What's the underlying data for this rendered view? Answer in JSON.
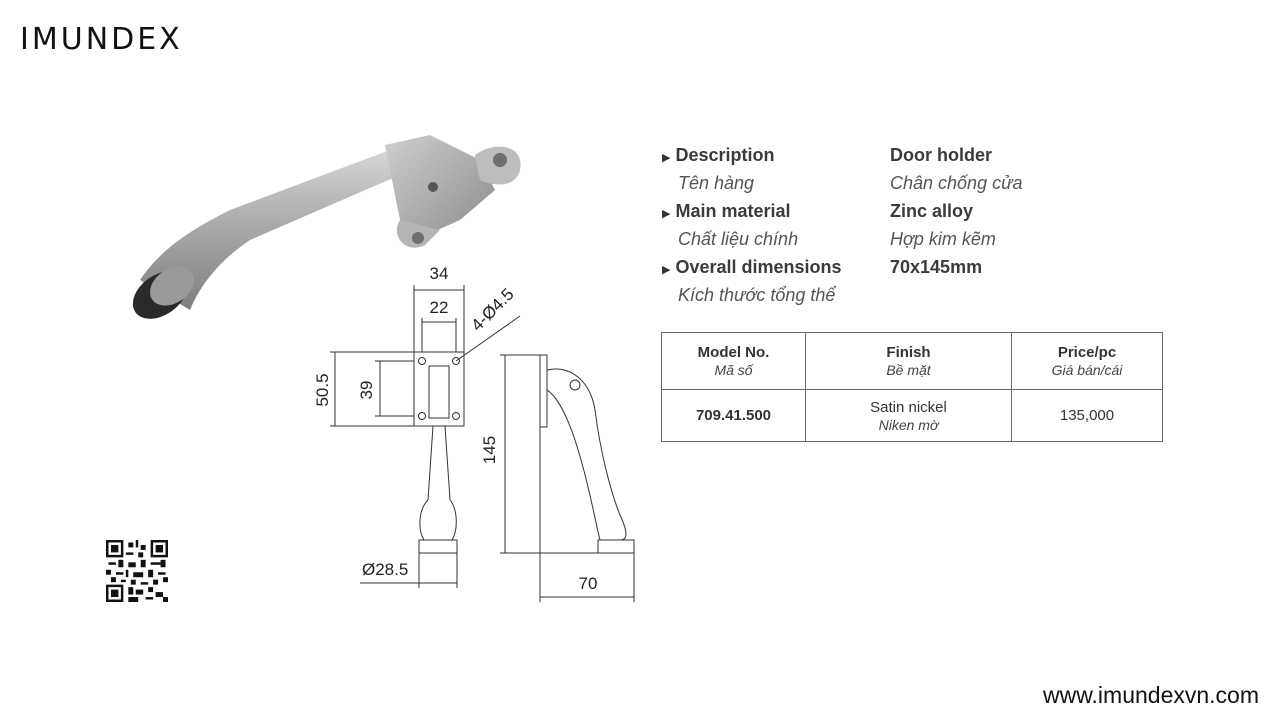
{
  "brand": {
    "logo_text": "IMUNDEX"
  },
  "specs": [
    {
      "label_en": "Description",
      "value_en": "Door holder",
      "label_vi": "Tên hàng",
      "value_vi": "Chân chống cửa"
    },
    {
      "label_en": "Main material",
      "value_en": "Zinc alloy",
      "label_vi": "Chất liệu chính",
      "value_vi": "Hợp kim kẽm"
    },
    {
      "label_en": "Overall dimensions",
      "value_en": "70x145mm",
      "label_vi": "Kích thước tổng thể",
      "value_vi": ""
    }
  ],
  "bullet_icon": "triangle-right-icon",
  "table": {
    "headers": [
      {
        "en": "Model No.",
        "vi": "Mã số"
      },
      {
        "en": "Finish",
        "vi": "Bề mặt"
      },
      {
        "en": "Price/pc",
        "vi": "Giá bán/cái"
      }
    ],
    "row": {
      "model": "709.41.500",
      "finish_en": "Satin nickel",
      "finish_vi": "Niken mờ",
      "price": "135,000"
    }
  },
  "drawing": {
    "dim_width_outer": "34",
    "dim_width_inner": "22",
    "dim_holes": "4-Ø4.5",
    "dim_height_outer": "50.5",
    "dim_height_inner": "39",
    "dim_total_height": "145",
    "dim_foot_diameter": "Ø28.5",
    "dim_projection": "70"
  },
  "footer": {
    "website": "www.imundexvn.com"
  },
  "colors": {
    "text": "#333333",
    "border": "#6a6a6a",
    "metal": "#a9a9a9"
  }
}
